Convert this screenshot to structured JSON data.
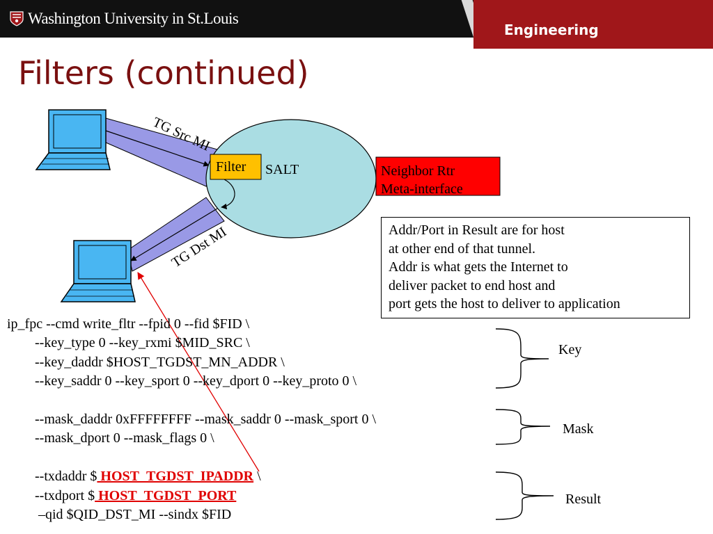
{
  "header": {
    "university": "Washington University in St.Louis",
    "school": "Engineering"
  },
  "title": "Filters (continued)",
  "diagram": {
    "tg_src_label": "TG Src MI",
    "tg_dst_label": "TG Dst MI",
    "filter_label": "Filter",
    "salt_label": "SALT",
    "neighbor_line1": "Neighbor Rtr",
    "neighbor_line2": "Meta-interface",
    "colors": {
      "tunnel": "#9999e6",
      "salt": "#aadde3",
      "filter": "#ffc000",
      "neighbor": "#ff0000",
      "screen": "#49b6f2",
      "arrow_red": "#e00000"
    }
  },
  "note": {
    "lines": [
      "Addr/Port in Result are for host",
      "at other end of that tunnel.",
      "Addr is what gets the Internet to",
      "deliver packet to end host and",
      "port gets the host to deliver to application"
    ]
  },
  "code": {
    "line1": "ip_fpc --cmd write_fltr --fpid 0 --fid $FID \\",
    "line2": "--key_type 0 --key_rxmi  $MID_SRC \\",
    "line3": "--key_daddr $HOST_TGDST_MN_ADDR \\",
    "line4": "--key_saddr 0 --key_sport 0 --key_dport 0 --key_proto 0 \\",
    "line5": "--mask_daddr 0xFFFFFFFF --mask_saddr 0 --mask_sport 0 \\",
    "line6": "--mask_dport 0 --mask_flags 0 \\",
    "line7_prefix": "--txdaddr $",
    "line7_highlight": " HOST_TGDST_IPADDR",
    "line7_suffix": " \\",
    "line8_prefix": "--txdport $",
    "line8_highlight": " HOST_TGDST_PORT",
    "line9": "–qid $QID_DST_MI --sindx $FID"
  },
  "brackets": {
    "key": "Key",
    "mask": "Mask",
    "result": "Result"
  }
}
